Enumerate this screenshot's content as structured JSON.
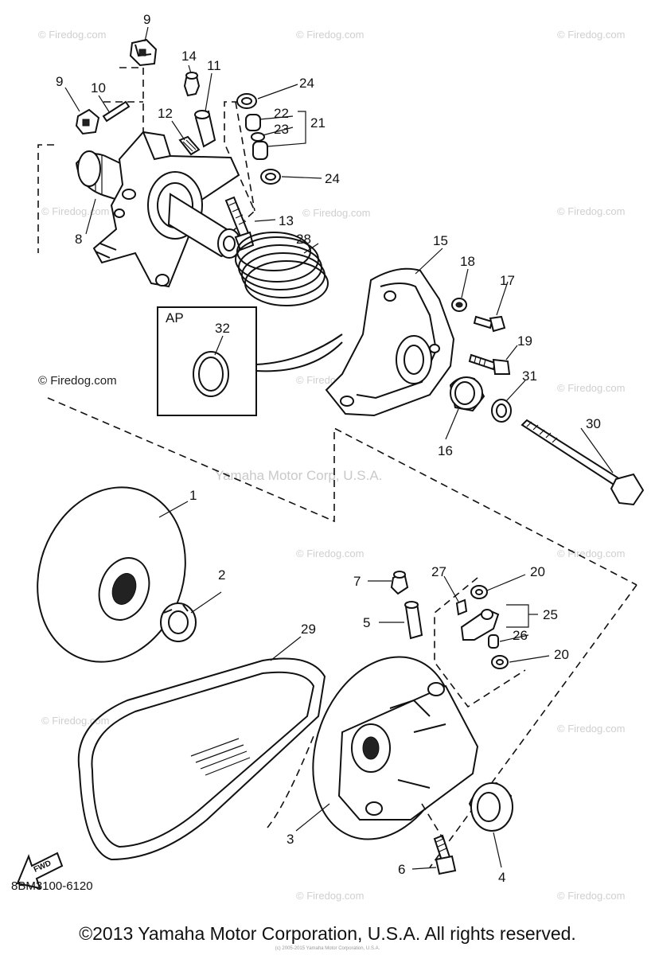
{
  "watermarks": {
    "firedog_small": "© Firedog.com",
    "firedog_left": "© Firedog.com",
    "center_text": "Yamaha Motor Corp, U.S.A."
  },
  "callouts": {
    "p1": "1",
    "p2": "2",
    "p3": "3",
    "p4": "4",
    "p5": "5",
    "p6": "6",
    "p7": "7",
    "p8": "8",
    "p9a": "9",
    "p9b": "9",
    "p10": "10",
    "p11": "11",
    "p12": "12",
    "p13": "13",
    "p14": "14",
    "p15": "15",
    "p16": "16",
    "p17": "17",
    "p18": "18",
    "p19": "19",
    "p20a": "20",
    "p20b": "20",
    "p21": "21",
    "p22": "22",
    "p23": "23",
    "p24a": "24",
    "p24b": "24",
    "p25": "25",
    "p26": "26",
    "p27": "27",
    "p28": "28",
    "p29": "29",
    "p30": "30",
    "p31": "31",
    "p32": "32"
  },
  "ap_box": {
    "label": "AP"
  },
  "fwd_arrow": {
    "label": "FWD"
  },
  "part_code": "8BM3100-6120",
  "copyright": "©2013 Yamaha Motor Corporation, U.S.A. All rights reserved.",
  "tiny_note": "(c) 2005-2015 Yamaha Motor Corporation, U.S.A."
}
